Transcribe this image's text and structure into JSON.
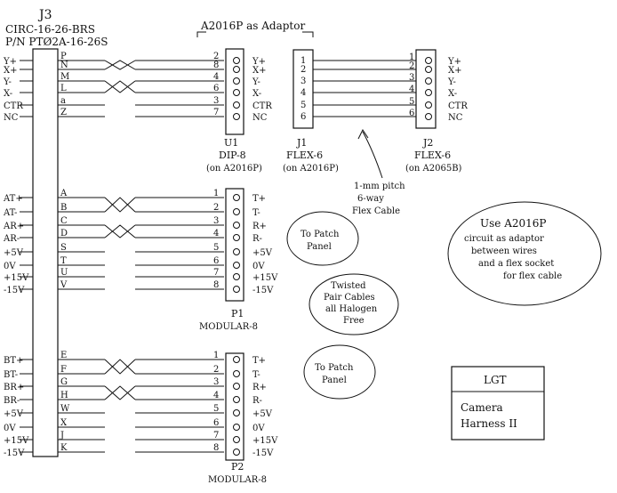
{
  "header": {
    "connector": "J3",
    "part1": "CIRC-16-26-BRS",
    "part2": "P/N PTØ2A-16-26S"
  },
  "j3_pins": [
    "P",
    "N",
    "M",
    "L",
    "a",
    "Z",
    "A",
    "B",
    "C",
    "D",
    "S",
    "T",
    "U",
    "V",
    "E",
    "F",
    "G",
    "H",
    "W",
    "X",
    "J",
    "K"
  ],
  "group1": {
    "signals": [
      "Y+",
      "X+",
      "Y-",
      "X-",
      "CTR",
      "NC"
    ],
    "dip_pins": [
      "2",
      "8",
      "4",
      "6",
      "3",
      "7"
    ],
    "dip_label": "U1",
    "dip_name": "DIP-8",
    "dip_note": "(on A2016P)",
    "adaptor_title": "A2016P as Adaptor",
    "mid_signals": [
      "Y+",
      "X+",
      "Y-",
      "X-",
      "CTR",
      "NC"
    ],
    "j1_pins": [
      "1",
      "2",
      "3",
      "4",
      "5",
      "6"
    ],
    "j1_label": "J1",
    "j1_name": "FLEX-6",
    "j1_note": "(on A2016P)",
    "j2_pins": [
      "1",
      "2",
      "3",
      "4",
      "5",
      "6"
    ],
    "j2_signals": [
      "Y+",
      "X+",
      "Y-",
      "X-",
      "CTR",
      "NC"
    ],
    "j2_label": "J2",
    "j2_name": "FLEX-6",
    "j2_note": "(on A2065B)",
    "flex_note": [
      "1-mm pitch",
      "6-way",
      "Flex Cable"
    ]
  },
  "group2": {
    "signals": [
      "AT+",
      "AT-",
      "AR+",
      "AR-",
      "+5V",
      "0V",
      "+15V",
      "-15V"
    ],
    "pins": [
      "1",
      "2",
      "3",
      "4",
      "5",
      "6",
      "7",
      "8"
    ],
    "right_signals": [
      "T+",
      "T-",
      "R+",
      "R-",
      "+5V",
      "0V",
      "+15V",
      "-15V"
    ],
    "label": "P1",
    "name": "MODULAR-8"
  },
  "group3": {
    "signals": [
      "BT+",
      "BT-",
      "BR+",
      "BR-",
      "+5V",
      "0V",
      "+15V",
      "-15V"
    ],
    "pins": [
      "1",
      "2",
      "3",
      "4",
      "5",
      "6",
      "7",
      "8"
    ],
    "right_signals": [
      "T+",
      "T-",
      "R+",
      "R-",
      "+5V",
      "0V",
      "+15V",
      "-15V"
    ],
    "label": "P2",
    "name": "MODULAR-8"
  },
  "notes": {
    "patch1": [
      "To Patch",
      "Panel"
    ],
    "twisted": [
      "Twisted",
      "Pair Cables",
      "all Halogen",
      "Free"
    ],
    "patch2": [
      "To Patch",
      "Panel"
    ],
    "adaptor": [
      "Use A2016P",
      "circuit as adaptor",
      "between wires",
      "and a flex socket",
      "for flex cable"
    ]
  },
  "titlebox": {
    "org": "LGT",
    "title1": "Camera",
    "title2": "Harness II"
  }
}
